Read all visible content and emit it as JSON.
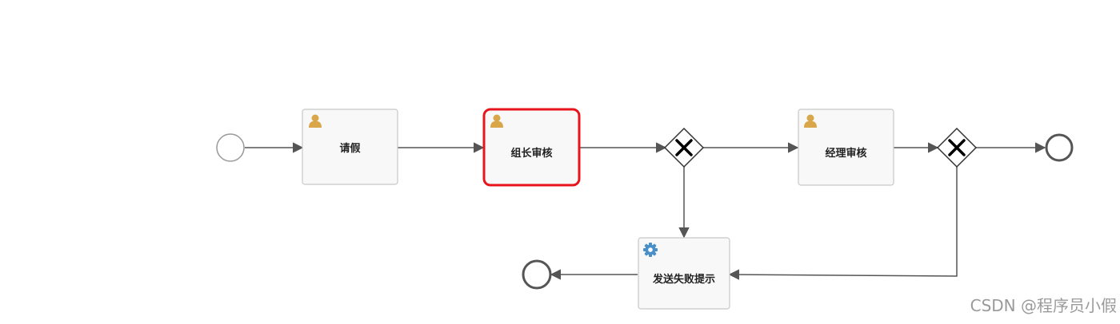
{
  "diagram": {
    "tasks": {
      "leave_request": {
        "label": "请假",
        "icon": "user-icon"
      },
      "leader_review": {
        "label": "组长审核",
        "icon": "user-icon",
        "highlighted": true
      },
      "manager_review": {
        "label": "经理审核",
        "icon": "user-icon"
      },
      "send_failure_notice": {
        "label": "发送失败提示",
        "icon": "gear-icon"
      }
    },
    "gateways": [
      "exclusive",
      "exclusive"
    ],
    "events": [
      "start",
      "end",
      "end"
    ]
  },
  "colors": {
    "highlight": "#e8141c",
    "task_fill": "#f8f8f8",
    "task_border": "#c8c8c8",
    "flow": "#555555",
    "user_icon": "#d9a74a",
    "gear_icon": "#4a90c8"
  },
  "watermark": "CSDN @程序员小假"
}
